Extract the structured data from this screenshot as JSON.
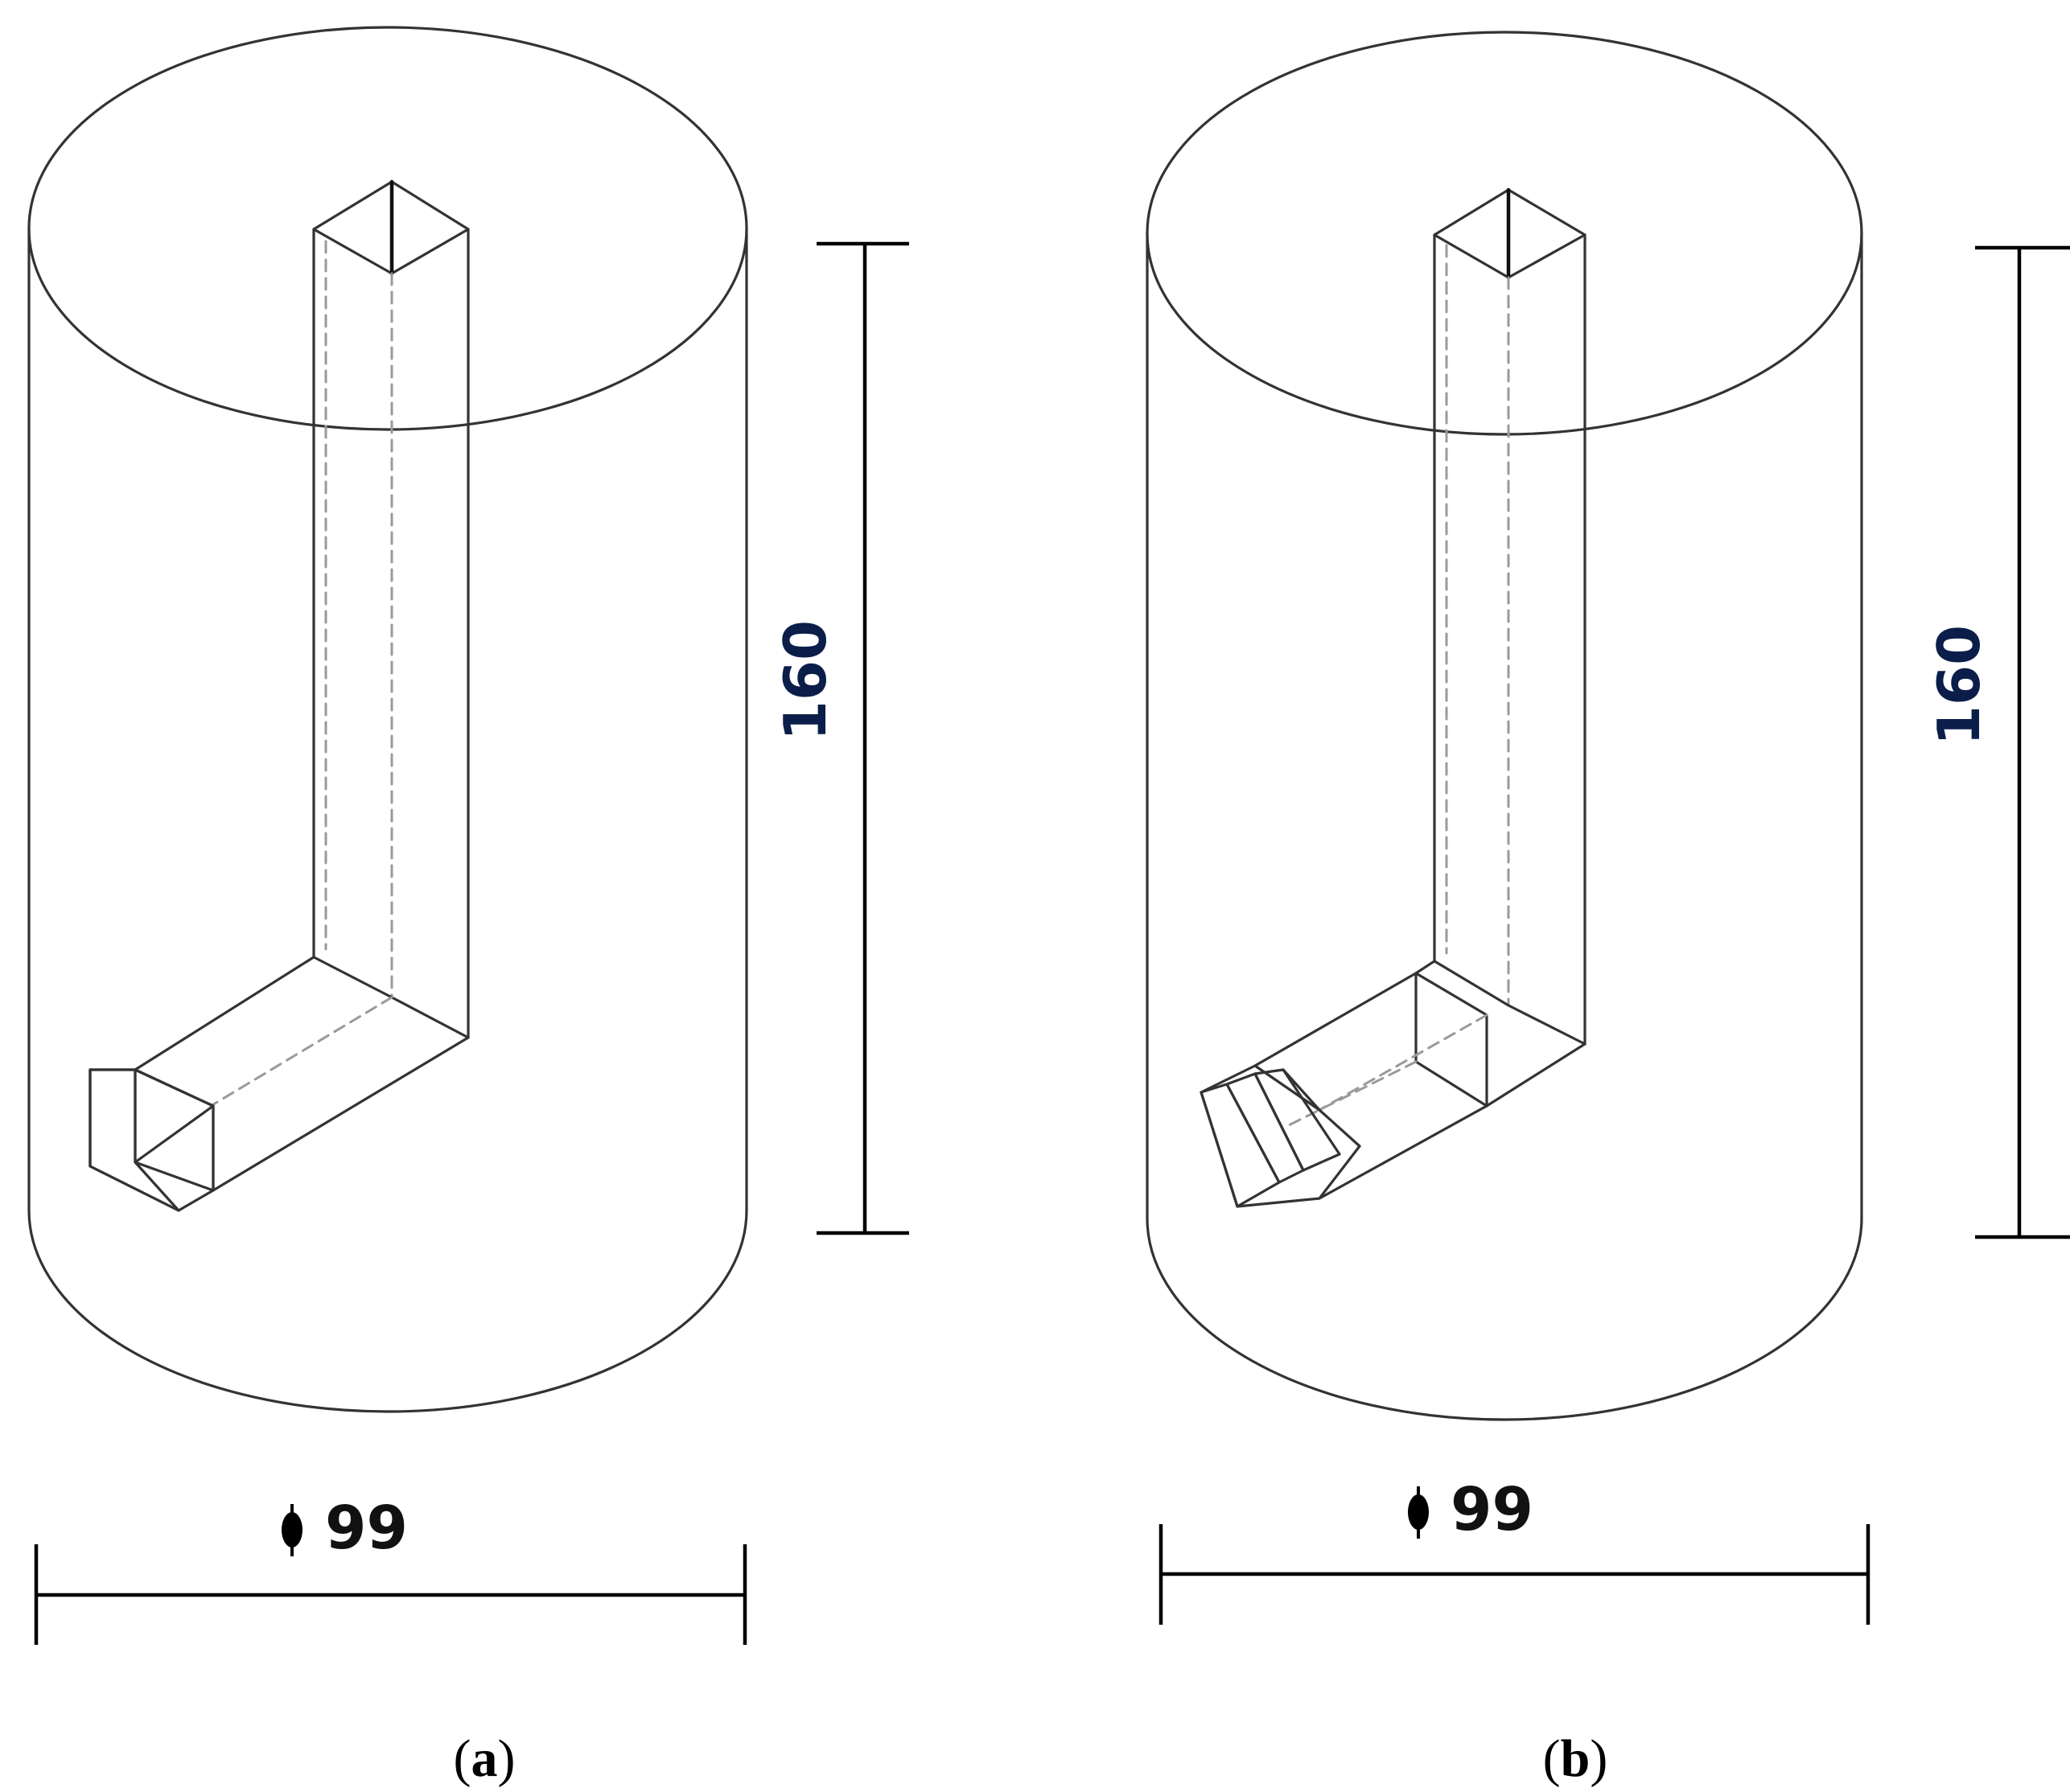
{
  "panels": [
    {
      "id": "a",
      "height_label": "160",
      "diameter_label": "99",
      "diameter_symbol": "ϕ",
      "caption_open": "(",
      "caption_letter": "a",
      "caption_close": ")"
    },
    {
      "id": "b",
      "height_label": "160",
      "diameter_label": "99",
      "diameter_symbol": "ϕ",
      "caption_open": "(",
      "caption_letter": "b",
      "caption_close": ")"
    }
  ],
  "colors": {
    "outline": "#333333",
    "hidden_edge": "#9a9a9a",
    "dimension": "#000000",
    "height_text": "#0b1e4a"
  }
}
